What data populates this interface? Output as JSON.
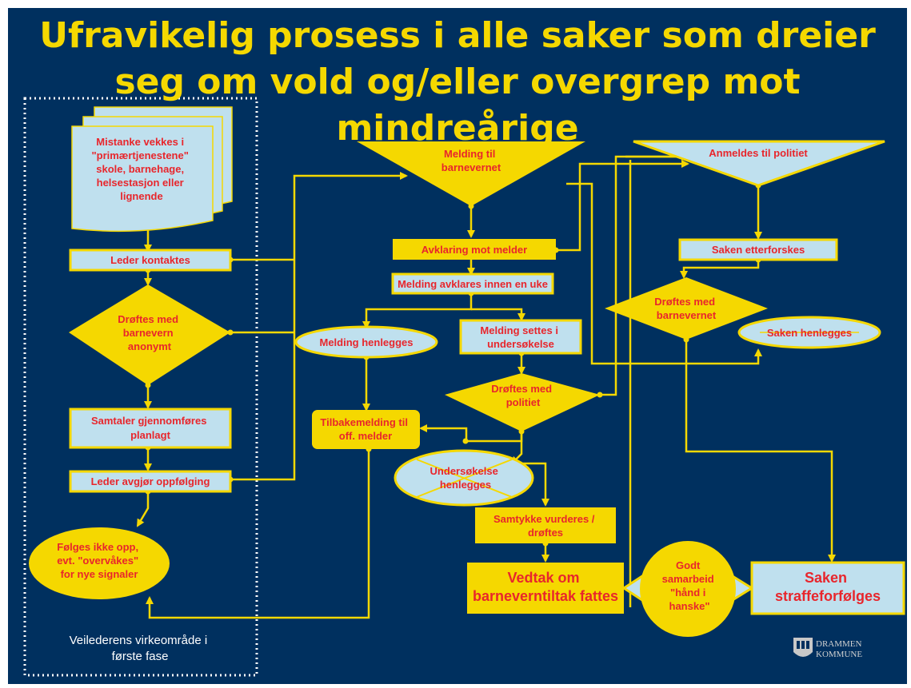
{
  "title": {
    "line1": "Ufravikelig prosess i alle saker som dreier",
    "line2": "seg om vold og/eller overgrep mot",
    "line3": "mindreårige"
  },
  "nodes": {
    "mistanke": [
      "Mistanke vekkes i",
      "\"primærtjenestene\"",
      "skole, barnehage,",
      "helsestasjon eller",
      "lignende"
    ],
    "leder_kontaktes": "Leder kontaktes",
    "droftes_anonymt": [
      "Drøftes med",
      "barnevern",
      "anonymt"
    ],
    "samtaler": [
      "Samtaler gjennomføres",
      "planlagt"
    ],
    "leder_avgjor": "Leder avgjør oppfølging",
    "folges_ikke": [
      "Følges ikke opp,",
      "evt. \"overvåkes\"",
      "for nye signaler"
    ],
    "melding_barnevernet": [
      "Melding til",
      "barnevernet"
    ],
    "avklaring": "Avklaring mot melder",
    "melding_avklares": "Melding avklares innen en uke",
    "melding_henlegges": "Melding henlegges",
    "melding_settes": [
      "Melding settes i",
      "undersøkelse"
    ],
    "tilbakemelding": [
      "Tilbakemelding til",
      "off. melder"
    ],
    "droftes_politiet": [
      "Drøftes med",
      "politiet"
    ],
    "undersokelse_henlegges": [
      "Undersøkelse",
      "henlegges"
    ],
    "samtykke": [
      "Samtykke vurderes /",
      "drøftes"
    ],
    "vedtak": [
      "Vedtak om",
      "barneverntiltak fattes"
    ],
    "godt_samarbeid": [
      "Godt",
      "samarbeid",
      "\"hånd i",
      "hanske\""
    ],
    "anmeldes": "Anmeldes til politiet",
    "saken_etterforskes": "Saken etterforskes",
    "droftes_barnevernet": [
      "Drøftes med",
      "barnevernet"
    ],
    "saken_henlegges": "Saken henlegges",
    "straffeforfolges": [
      "Saken",
      "straffeforfølges"
    ]
  },
  "scope_label": [
    "Veilederens virkeområde i",
    "første fase"
  ],
  "logo": {
    "line1": "DRAMMEN",
    "line2": "KOMMUNE",
    "icon": "crest-icon"
  },
  "colors": {
    "background": "#00305f",
    "accent": "#f5d800",
    "text": "#e8262c",
    "box": "#bfe0ee"
  }
}
